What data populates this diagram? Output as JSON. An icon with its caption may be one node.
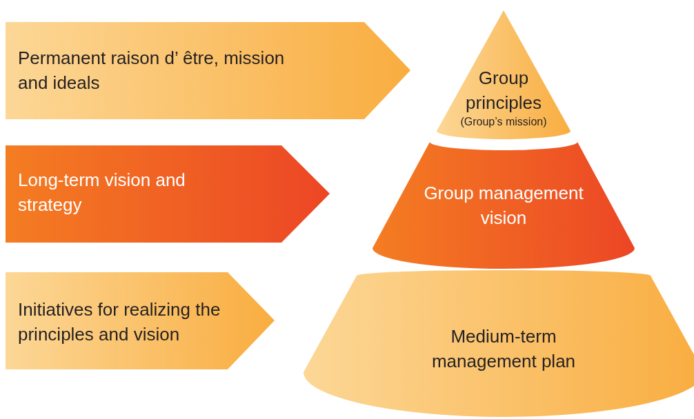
{
  "diagram": {
    "nodes": [
      {
        "text": [
          "Permanent raison d’ être, mission and ideals"
        ]
      },
      {
        "text": [
          "Long-term vision and strategy"
        ]
      },
      {
        "text": [
          "Initiatives for realizing the principles and vision"
        ]
      },
      {
        "text": [
          "Group principles",
          "(Group’s mission)"
        ]
      },
      {
        "text": [
          "Group management vision"
        ]
      },
      {
        "text": [
          "Medium-term management plan"
        ]
      }
    ]
  }
}
